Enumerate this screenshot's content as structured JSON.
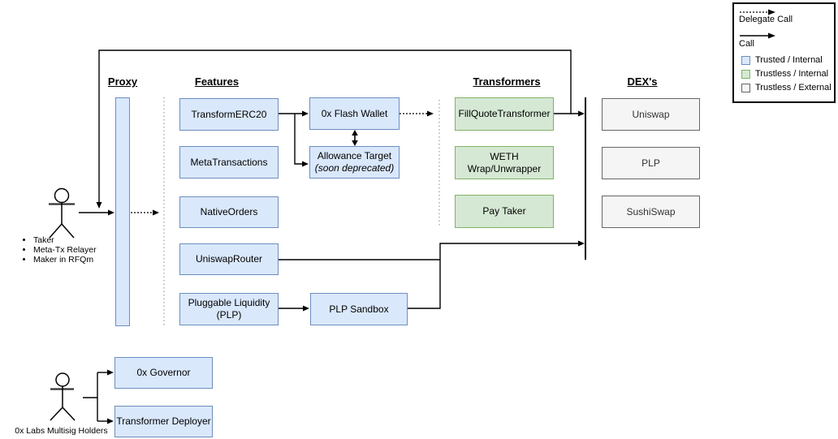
{
  "legend": {
    "delegate_call_label": "Delegate Call",
    "call_label": "Call",
    "items": [
      {
        "label": "Trusted / Internal",
        "color": "#dae8fc",
        "border": "#6c8ebf"
      },
      {
        "label": "Trustless / Internal",
        "color": "#d5e8d4",
        "border": "#82b366"
      },
      {
        "label": "Trustless / External",
        "color": "#f5f5f5",
        "border": "#666666"
      }
    ]
  },
  "columns": {
    "proxy": {
      "header": "Proxy"
    },
    "features": {
      "header": "Features",
      "items": [
        "TransformERC20",
        "MetaTransactions",
        "NativeOrders",
        "UniswapRouter",
        "Pluggable Liquidity\n(PLP)"
      ]
    },
    "transformers": {
      "header": "Transformers",
      "items": [
        "FillQuoteTransformer",
        "WETH\nWrap/Unwrapper",
        "Pay Taker"
      ]
    },
    "dexs": {
      "header": "DEX's",
      "items": [
        "Uniswap",
        "PLP",
        "SushiSwap"
      ]
    }
  },
  "wallet": {
    "flash_wallet": "0x Flash Wallet",
    "allowance_target": "Allowance Target",
    "allowance_note": "(soon deprecated)",
    "plp_sandbox": "PLP Sandbox"
  },
  "actors": {
    "caller": {
      "roles": [
        "Taker",
        "Meta-Tx Relayer",
        "Maker in RFQm"
      ]
    },
    "multisig": {
      "label": "0x Labs Multisig Holders"
    }
  },
  "governance": {
    "items": [
      "0x Governor",
      "Transformer Deployer"
    ]
  },
  "colors": {
    "trusted_fill": "#dae8fc",
    "trusted_border": "#6c8ebf",
    "trustless_internal_fill": "#d5e8d4",
    "trustless_internal_border": "#82b366",
    "trustless_external_fill": "#f5f5f5",
    "trustless_external_border": "#666666",
    "edge": "#000000"
  }
}
